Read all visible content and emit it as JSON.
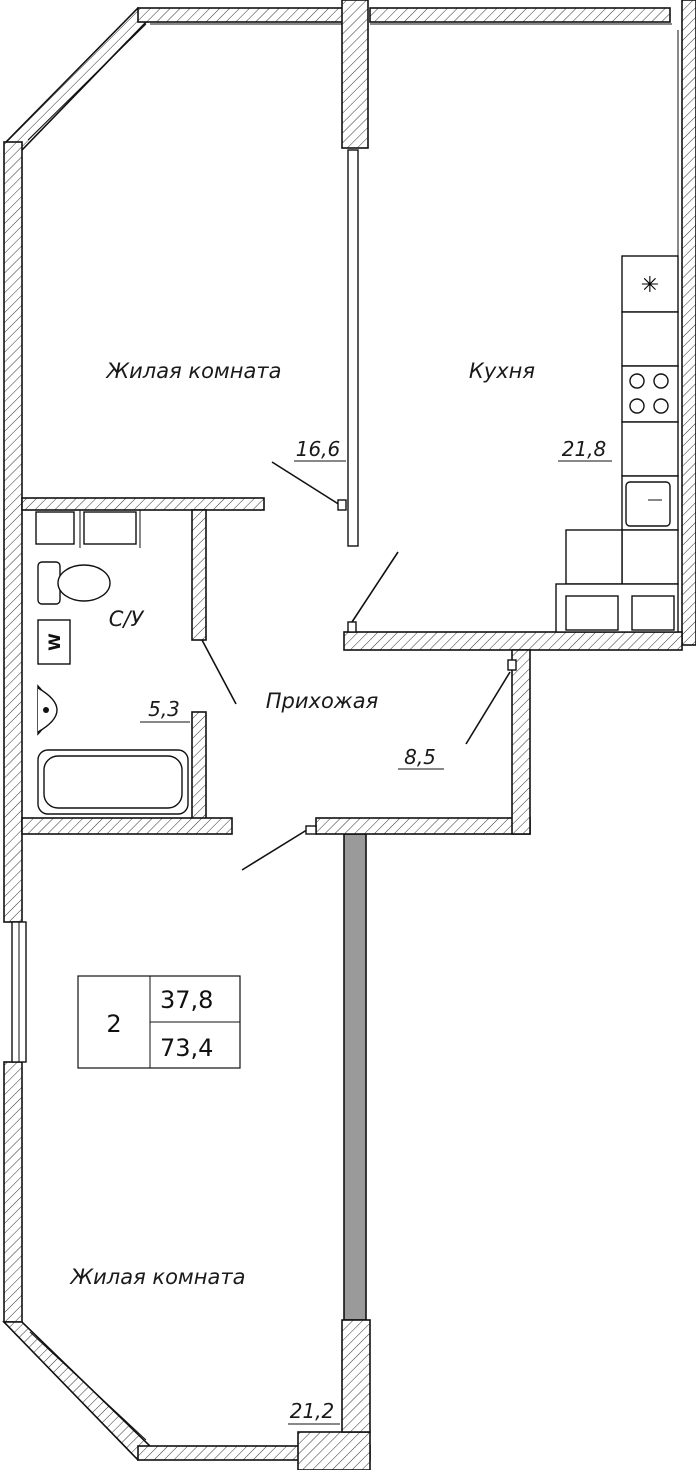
{
  "rooms": {
    "living_top": {
      "name": "Жилая комната",
      "area": "16,6"
    },
    "kitchen": {
      "name": "Кухня",
      "area": "21,8"
    },
    "bathroom": {
      "name": "С/У",
      "area": "5,3"
    },
    "hallway": {
      "name": "Прихожая",
      "area": "8,5"
    },
    "living_bottom": {
      "name": "Жилая комната",
      "area": "21,2"
    }
  },
  "summary": {
    "rooms_count": "2",
    "living_area": "37,8",
    "total_area": "73,4"
  },
  "fixtures": {
    "washer_label": "W"
  },
  "icons": {
    "hood": "asterisk-hood-icon",
    "stove": "stove-burners-icon",
    "sink": "kitchen-sink-icon"
  }
}
